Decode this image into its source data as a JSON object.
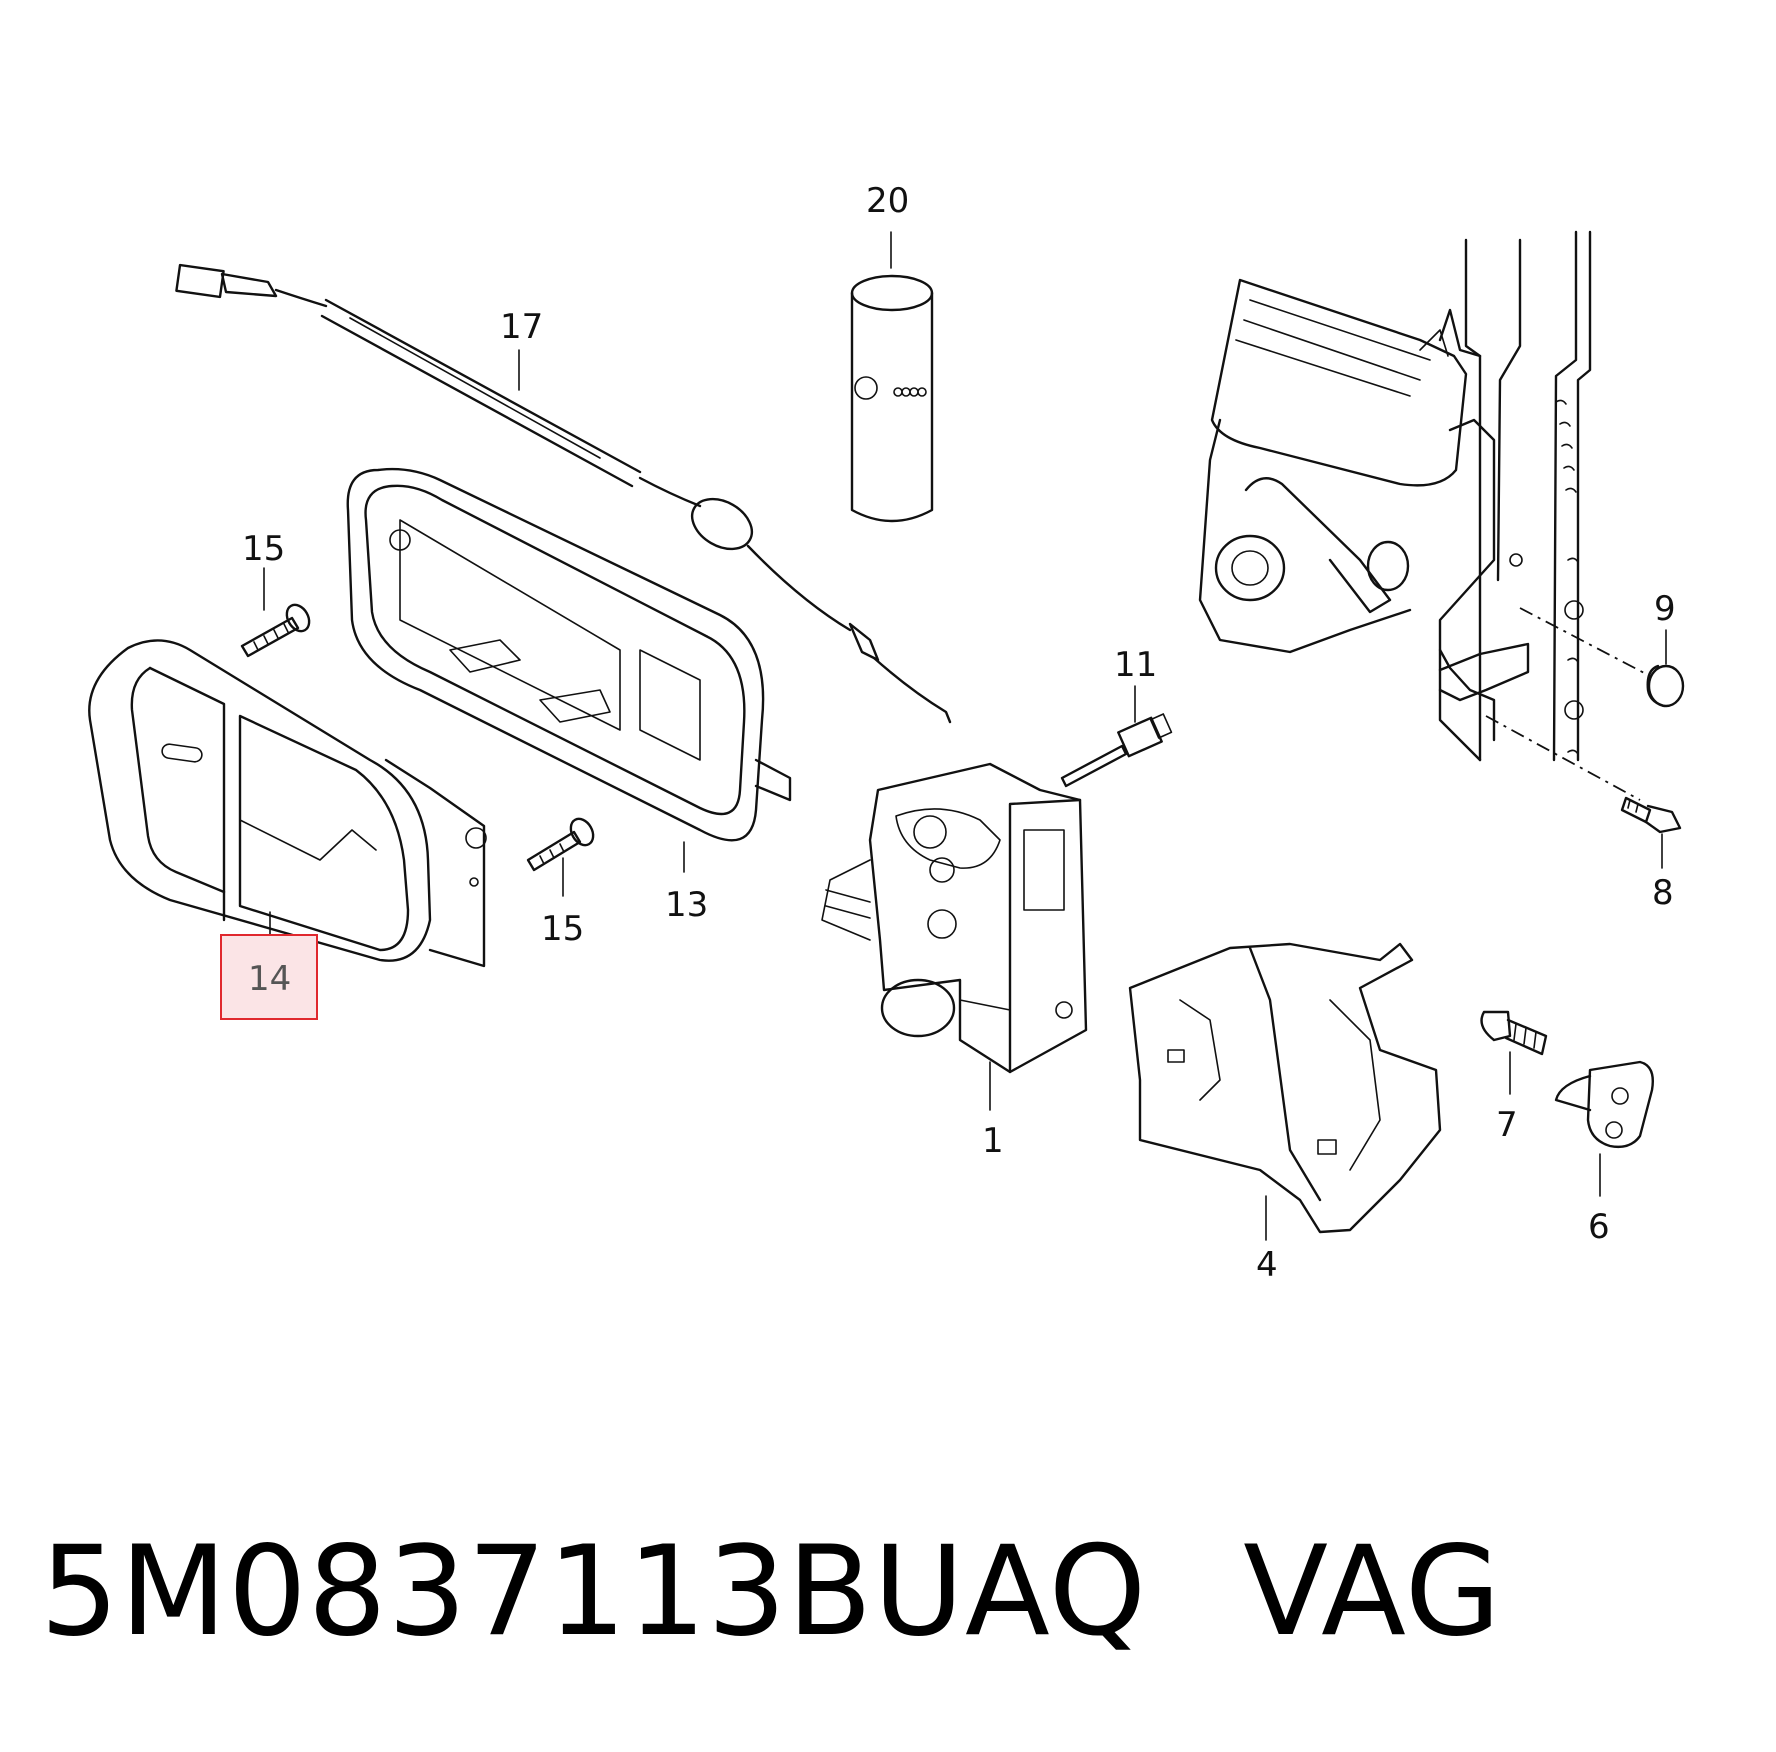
{
  "diagram": {
    "callouts": [
      {
        "id": "c20",
        "label": "20"
      },
      {
        "id": "c17",
        "label": "17"
      },
      {
        "id": "c15a",
        "label": "15"
      },
      {
        "id": "c15b",
        "label": "15"
      },
      {
        "id": "c14",
        "label": "14",
        "highlighted": true
      },
      {
        "id": "c13",
        "label": "13"
      },
      {
        "id": "c11",
        "label": "11"
      },
      {
        "id": "c1",
        "label": "1"
      },
      {
        "id": "c4",
        "label": "4"
      },
      {
        "id": "c9",
        "label": "9"
      },
      {
        "id": "c8",
        "label": "8"
      },
      {
        "id": "c7",
        "label": "7"
      },
      {
        "id": "c6",
        "label": "6"
      }
    ],
    "highlight_color": "#e0282e",
    "highlight_fill": "#fbe4e6"
  },
  "footer": {
    "part_number": "5M0837113BUAQ",
    "brand": "VAG"
  }
}
